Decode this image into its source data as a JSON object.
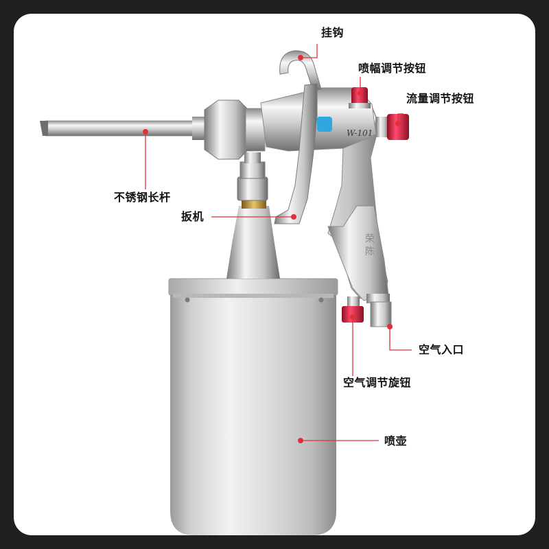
{
  "callouts": {
    "hook": "挂钩",
    "fan_button": "喷幅调节按钮",
    "flow_button": "流量调节按钮",
    "rod": "不锈钢长杆",
    "trigger": "扳机",
    "air_inlet": "空气入口",
    "air_knob": "空气调节旋钮",
    "pot": "喷壶"
  },
  "product": {
    "model_mark": "W-101",
    "handle_text": "荣 陈"
  },
  "colors": {
    "frame": "#1f1f1f",
    "card": "#ffffff",
    "leader_line": "#e0303a",
    "knob": "#d8183a",
    "accent_blue": "#2fa8e0"
  }
}
